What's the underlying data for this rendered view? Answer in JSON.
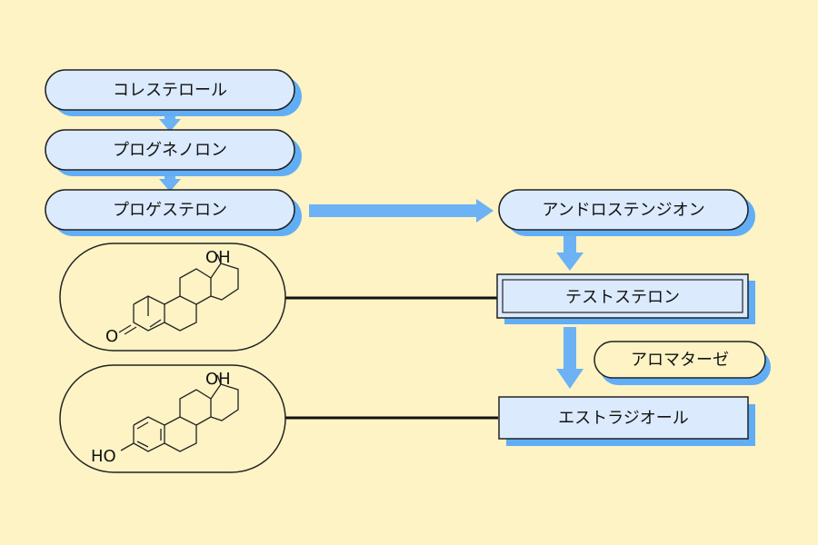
{
  "colors": {
    "background": "#fdf3c5",
    "node_fill": "#dbeafc",
    "shadow": "#61aef6",
    "arrow": "#6cb2f5",
    "stroke": "#222222"
  },
  "nodes": {
    "cholesterol": "コレステロール",
    "pregnenolone": "プログネノロン",
    "progesterone": "プロゲステロン",
    "androstenedione": "アンドロステンジオン",
    "testosterone": "テストステロン",
    "aromatase": "アロマターゼ",
    "estradiol": "エストラジオール"
  },
  "structures": {
    "testosterone": {
      "oh": "OH",
      "o": "O"
    },
    "estradiol": {
      "oh": "OH",
      "ho": "HO"
    }
  }
}
